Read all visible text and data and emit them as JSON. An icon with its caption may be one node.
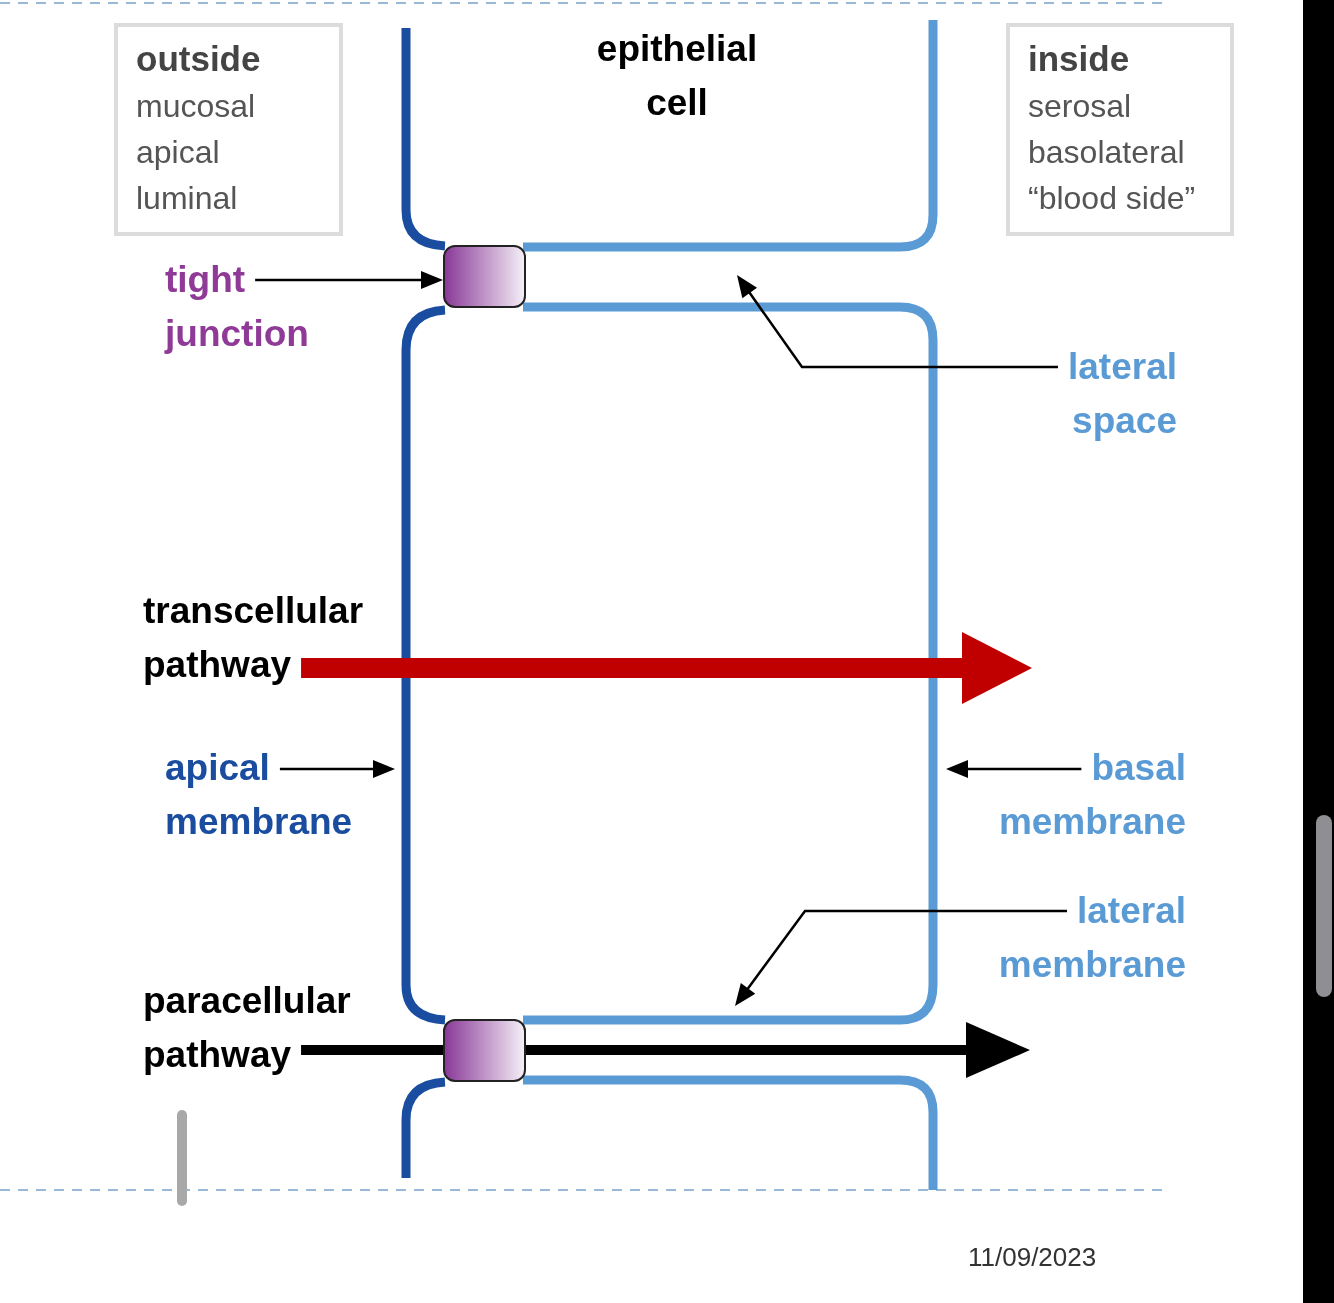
{
  "diagram": {
    "nodes": [
      {
        "text": [
          "outside",
          "mucosal apical luminal"
        ]
      },
      {
        "text": [
          "inside",
          "serosal basolateral “blood side”"
        ]
      },
      {
        "text": [
          "tight junction"
        ]
      },
      {
        "text": [],
        "shape": "box"
      },
      {
        "text": [
          "lateral space"
        ]
      },
      {
        "text": [
          "transcellular pathway"
        ]
      },
      {
        "text": [
          "apical membrane"
        ]
      },
      {
        "text": [
          "basal membrane"
        ]
      },
      {
        "text": [
          "lateral membrane"
        ]
      },
      {
        "text": [
          "paracellular pathway"
        ]
      },
      {
        "text": [],
        "shape": "box"
      }
    ],
    "edges": [
      {
        "from": 2,
        "to": 3,
        "arrow": "to"
      },
      {
        "from": 4,
        "to": null,
        "arrow": "to"
      },
      {
        "from": 5,
        "to": null,
        "arrow": "to",
        "style": "thick",
        "color": "#c00000"
      },
      {
        "from": 6,
        "to": null,
        "arrow": "to"
      },
      {
        "from": 7,
        "to": null,
        "arrow": "to"
      },
      {
        "from": 8,
        "to": null,
        "arrow": "to"
      },
      {
        "from": 9,
        "to": null,
        "arrow": "to",
        "style": "thick"
      }
    ],
    "labels": [
      "epithelial cell",
      "11/09/2023"
    ]
  }
}
